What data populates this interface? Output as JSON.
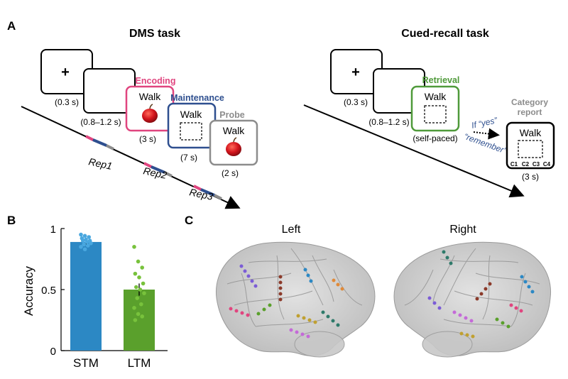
{
  "panel_a": {
    "letter": "A",
    "dms": {
      "title": "DMS task",
      "fixation_symbol": "+",
      "fixation_duration": "(0.3 s)",
      "delay_duration": "(0.8–1.2 s)",
      "encoding_label": "Encoding",
      "encoding_word": "Walk",
      "encoding_duration": "(3 s)",
      "maintenance_label": "Maintenance",
      "maintenance_word": "Walk",
      "maintenance_duration": "(7 s)",
      "probe_label": "Probe",
      "probe_word": "Walk",
      "probe_duration": "(2 s)",
      "reps": [
        "Rep1",
        "Rep2",
        "Rep3"
      ]
    },
    "cued": {
      "title": "Cued-recall task",
      "fixation_symbol": "+",
      "fixation_duration": "(0.3 s)",
      "delay_duration": "(0.8–1.2 s)",
      "retrieval_label": "Retrieval",
      "retrieval_word": "Walk",
      "retrieval_duration": "(self-paced)",
      "if_yes": "If “yes”",
      "remember": "“remember”",
      "report_label_1": "Category",
      "report_label_2": "report",
      "report_word": "Walk",
      "categories": [
        "C1",
        "C2",
        "C3",
        "C4"
      ],
      "report_duration": "(3 s)"
    },
    "colors": {
      "encoding": "#e0457f",
      "maintenance": "#2e4f8f",
      "probe": "#8c8c8c",
      "retrieval": "#4f9a3a",
      "report_label": "#8c8c8c",
      "arrow_text": "#2e4f8f"
    }
  },
  "panel_b": {
    "letter": "B",
    "chart_data": {
      "type": "bar",
      "categories": [
        "STM",
        "LTM"
      ],
      "values": [
        0.89,
        0.5
      ],
      "errors": [
        0.02,
        0.05
      ],
      "colors": [
        "#2c88c4",
        "#5aa02c"
      ],
      "point_colors": [
        "#49a7df",
        "#78c23c"
      ],
      "points": [
        [
          0.95,
          0.94,
          0.93,
          0.92,
          0.91,
          0.9,
          0.9,
          0.89,
          0.88,
          0.87,
          0.86,
          0.85,
          0.83
        ],
        [
          0.85,
          0.73,
          0.68,
          0.63,
          0.6,
          0.55,
          0.52,
          0.5,
          0.47,
          0.43,
          0.38,
          0.35,
          0.3,
          0.28,
          0.25
        ]
      ],
      "ylabel": "Accuracy",
      "ylim": [
        0,
        1
      ],
      "yticks": [
        "0",
        "0.5",
        "1"
      ]
    }
  },
  "panel_c": {
    "letter": "C",
    "views": [
      "Left",
      "Right"
    ]
  }
}
